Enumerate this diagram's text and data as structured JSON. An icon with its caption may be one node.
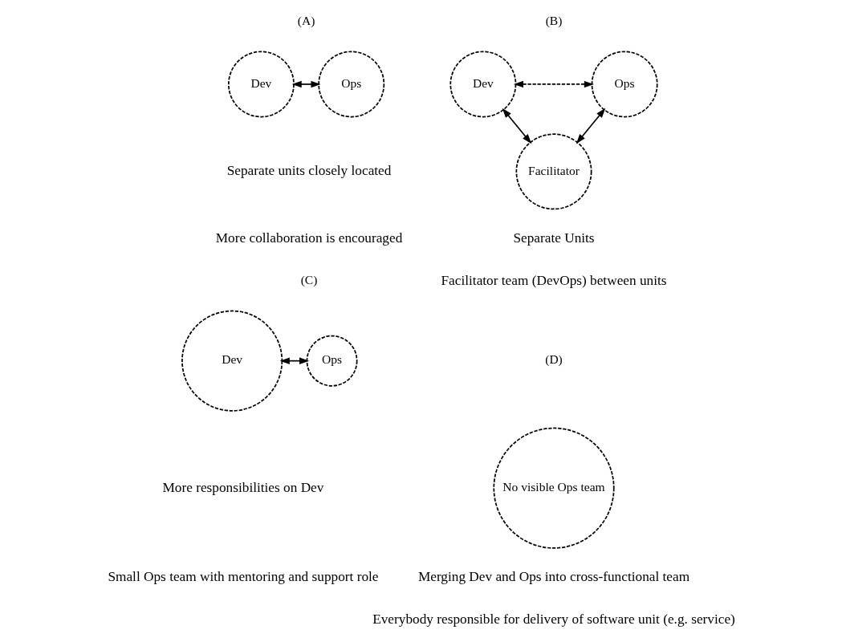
{
  "diagram": {
    "nodes": [
      {
        "text": [
          "Dev"
        ]
      },
      {
        "text": [
          "Ops"
        ]
      },
      {
        "text": [
          "Dev"
        ]
      },
      {
        "text": [
          "Ops"
        ]
      },
      {
        "text": [
          "Facilitator"
        ]
      },
      {
        "text": [
          "Dev"
        ]
      },
      {
        "text": [
          "Ops"
        ]
      },
      {
        "text": [
          "No visible Ops team"
        ]
      }
    ],
    "edges": [
      {
        "from": 0,
        "to": 1,
        "arrow": "both"
      },
      {
        "from": 2,
        "to": 3,
        "arrow": "both",
        "style": "dashed"
      },
      {
        "from": 2,
        "to": 4,
        "arrow": "both"
      },
      {
        "from": 3,
        "to": 4,
        "arrow": "both"
      },
      {
        "from": 5,
        "to": 6,
        "arrow": "both"
      }
    ],
    "labels": [
      "(A)",
      "Separate units closely located",
      "More collaboration is encouraged",
      "(B)",
      "Separate Units",
      "Facilitator team (DevOps) between units",
      "(C)",
      "More responsibilities on Dev",
      "Small Ops team with mentoring and support role",
      "(D)",
      "Merging Dev and Ops into cross-functional team",
      "Everybody responsible for delivery of software unit (e.g. service)"
    ]
  }
}
